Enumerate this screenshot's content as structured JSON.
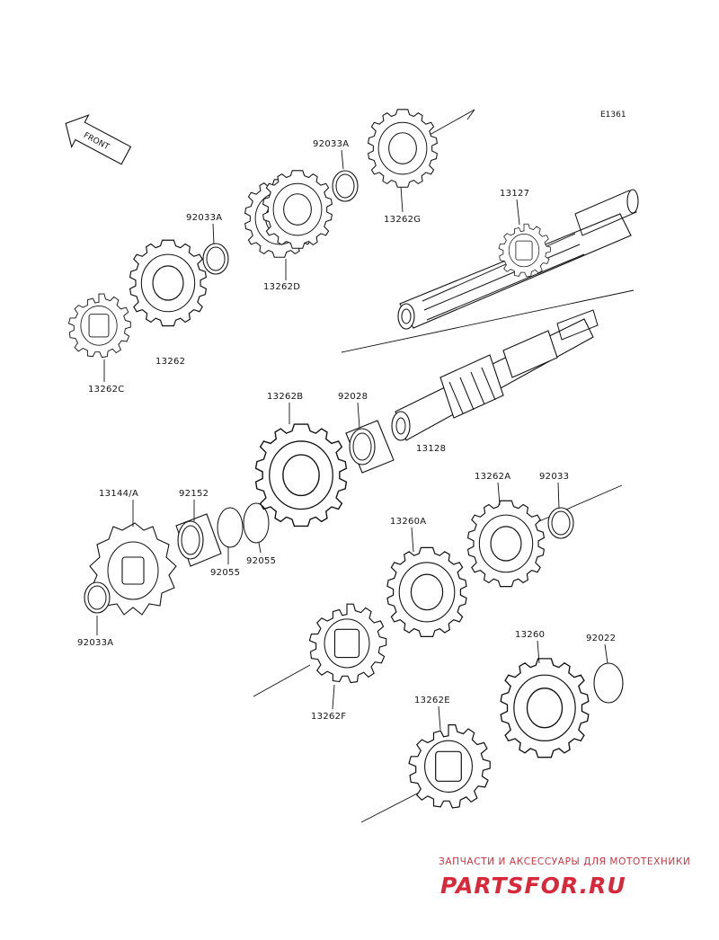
{
  "diagram": {
    "reference_code": "E1361",
    "front_label": "FRONT",
    "parts": [
      {
        "id": "p-92033a-top",
        "label": "92033A"
      },
      {
        "id": "p-13262g",
        "label": "13262G"
      },
      {
        "id": "p-13127",
        "label": "13127"
      },
      {
        "id": "p-92033a-mid",
        "label": "92033A"
      },
      {
        "id": "p-13262d",
        "label": "13262D"
      },
      {
        "id": "p-13262",
        "label": "13262"
      },
      {
        "id": "p-13262c",
        "label": "13262C"
      },
      {
        "id": "p-13262b",
        "label": "13262B"
      },
      {
        "id": "p-92028",
        "label": "92028"
      },
      {
        "id": "p-13128",
        "label": "13128"
      },
      {
        "id": "p-13144a",
        "label": "13144/A"
      },
      {
        "id": "p-92152",
        "label": "92152"
      },
      {
        "id": "p-92055-a",
        "label": "92055"
      },
      {
        "id": "p-92055-b",
        "label": "92055"
      },
      {
        "id": "p-92033a-bot",
        "label": "92033A"
      },
      {
        "id": "p-13262a",
        "label": "13262A"
      },
      {
        "id": "p-92033",
        "label": "92033"
      },
      {
        "id": "p-13260a",
        "label": "13260A"
      },
      {
        "id": "p-13262f",
        "label": "13262F"
      },
      {
        "id": "p-13260",
        "label": "13260"
      },
      {
        "id": "p-92022",
        "label": "92022"
      },
      {
        "id": "p-13262e",
        "label": "13262E"
      }
    ]
  },
  "watermark": {
    "tagline": "ЗАПЧАСТИ И АКСЕССУАРЫ ДЛЯ МОТОТЕХНИКИ",
    "brand": "PARTSFOR.RU",
    "color": "#d8283a"
  }
}
